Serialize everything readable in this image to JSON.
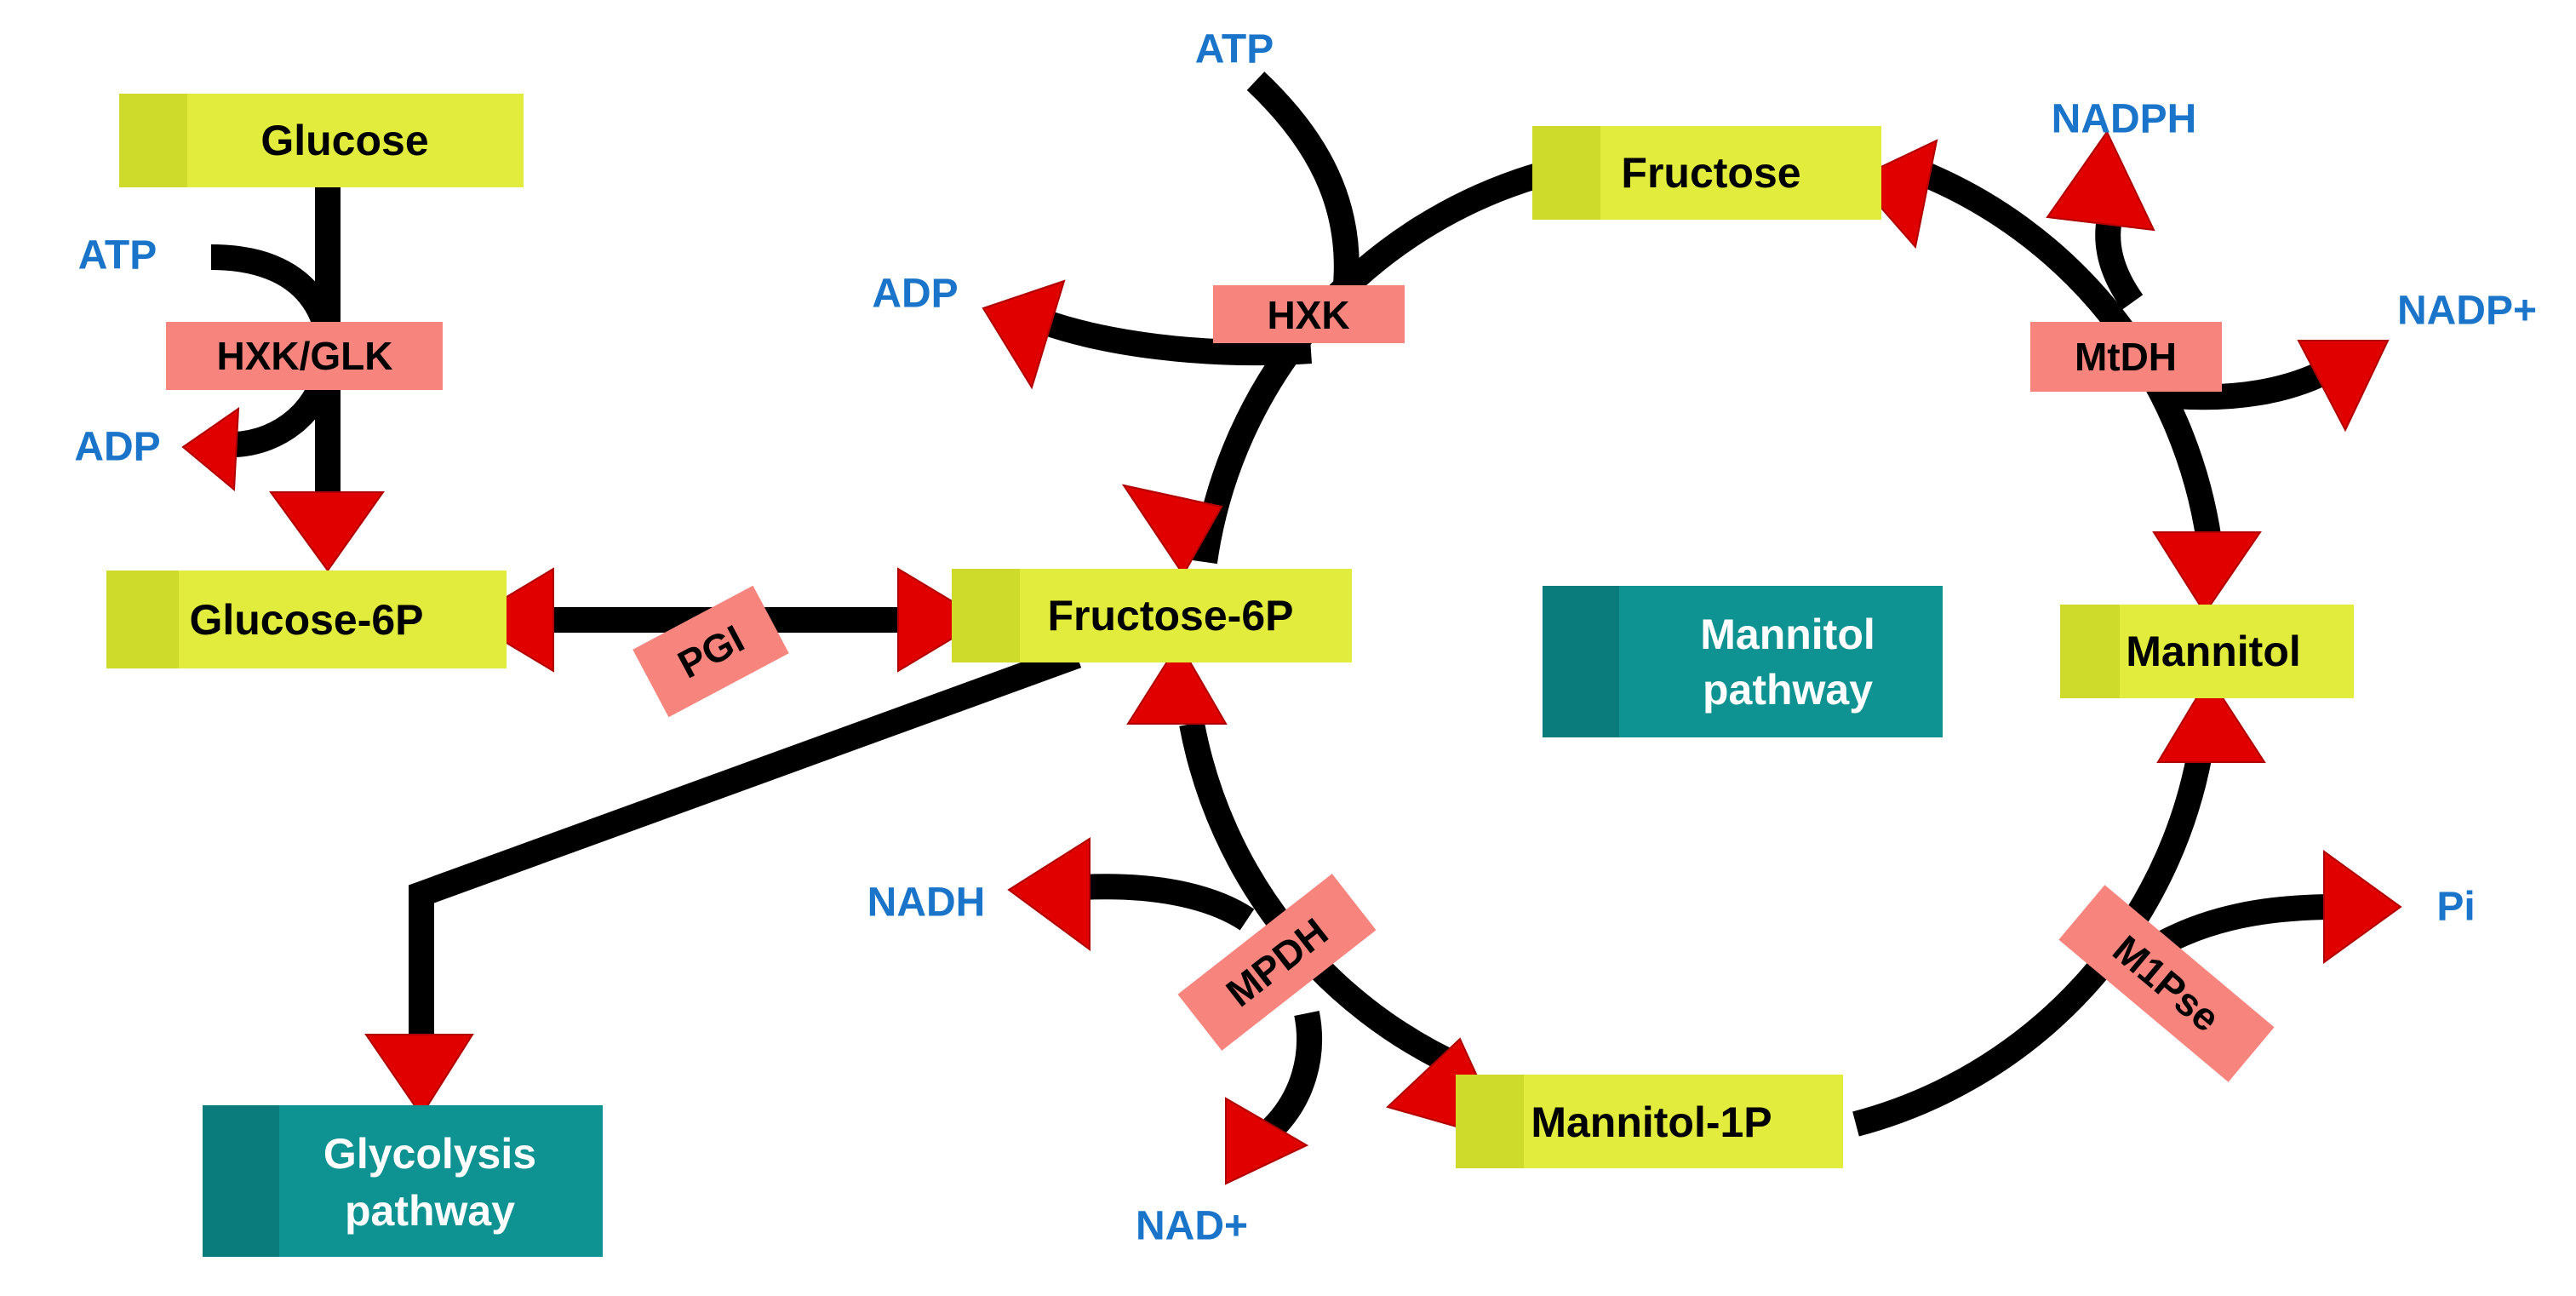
{
  "colors": {
    "metabolite_fill": "#E1EC3C",
    "metabolite_edge": "#CFDB2A",
    "enzyme_fill": "#F7857E",
    "pathway_fill": "#0E9292",
    "pathway_edge": "#0A7C7C",
    "arrow_red": "#E00000",
    "line": "#000000",
    "cofactor_text": "#1A74C9",
    "pathway_text": "#FFFFFF",
    "label_text": "#000000"
  },
  "metabolites": {
    "glucose": "Glucose",
    "glucose6p": "Glucose-6P",
    "fructose6p": "Fructose-6P",
    "fructose": "Fructose",
    "mannitol": "Mannitol",
    "mannitol1p": "Mannitol-1P"
  },
  "enzymes": {
    "hxk_glk": "HXK/GLK",
    "hxk": "HXK",
    "pgi": "PGI",
    "mtdh": "MtDH",
    "mpdh": "MPDH",
    "m1pse": "M1Pse"
  },
  "pathways": {
    "mannitol": {
      "line1": "Mannitol",
      "line2": "pathway"
    },
    "glycolysis": {
      "line1": "Glycolysis",
      "line2": "pathway"
    }
  },
  "cofactors": {
    "atp_left": "ATP",
    "adp_left": "ADP",
    "atp_top": "ATP",
    "adp_mid": "ADP",
    "nadph": "NADPH",
    "nadp": "NADP+",
    "nadh": "NADH",
    "nad": "NAD+",
    "pi": "Pi"
  }
}
